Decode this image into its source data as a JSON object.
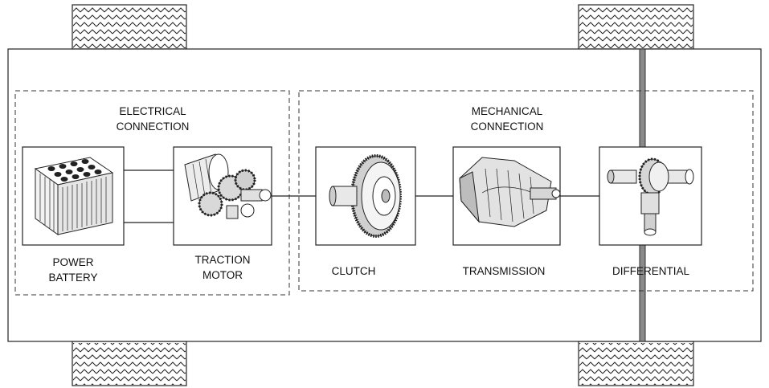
{
  "groups": {
    "electrical": {
      "line1": "ELECTRICAL",
      "line2": "CONNECTION"
    },
    "mechanical": {
      "line1": "MECHANICAL",
      "line2": "CONNECTION"
    }
  },
  "components": {
    "battery": {
      "line1": "POWER",
      "line2": "BATTERY"
    },
    "motor": {
      "line1": "TRACTION",
      "line2": "MOTOR"
    },
    "clutch": {
      "label": "CLUTCH"
    },
    "transmission": {
      "label": "TRANSMISSION"
    },
    "differential": {
      "label": "DIFFERENTIAL"
    }
  },
  "colors": {
    "stroke": "#222222",
    "axle": "#8a8a8a",
    "dashed": "#333333"
  }
}
